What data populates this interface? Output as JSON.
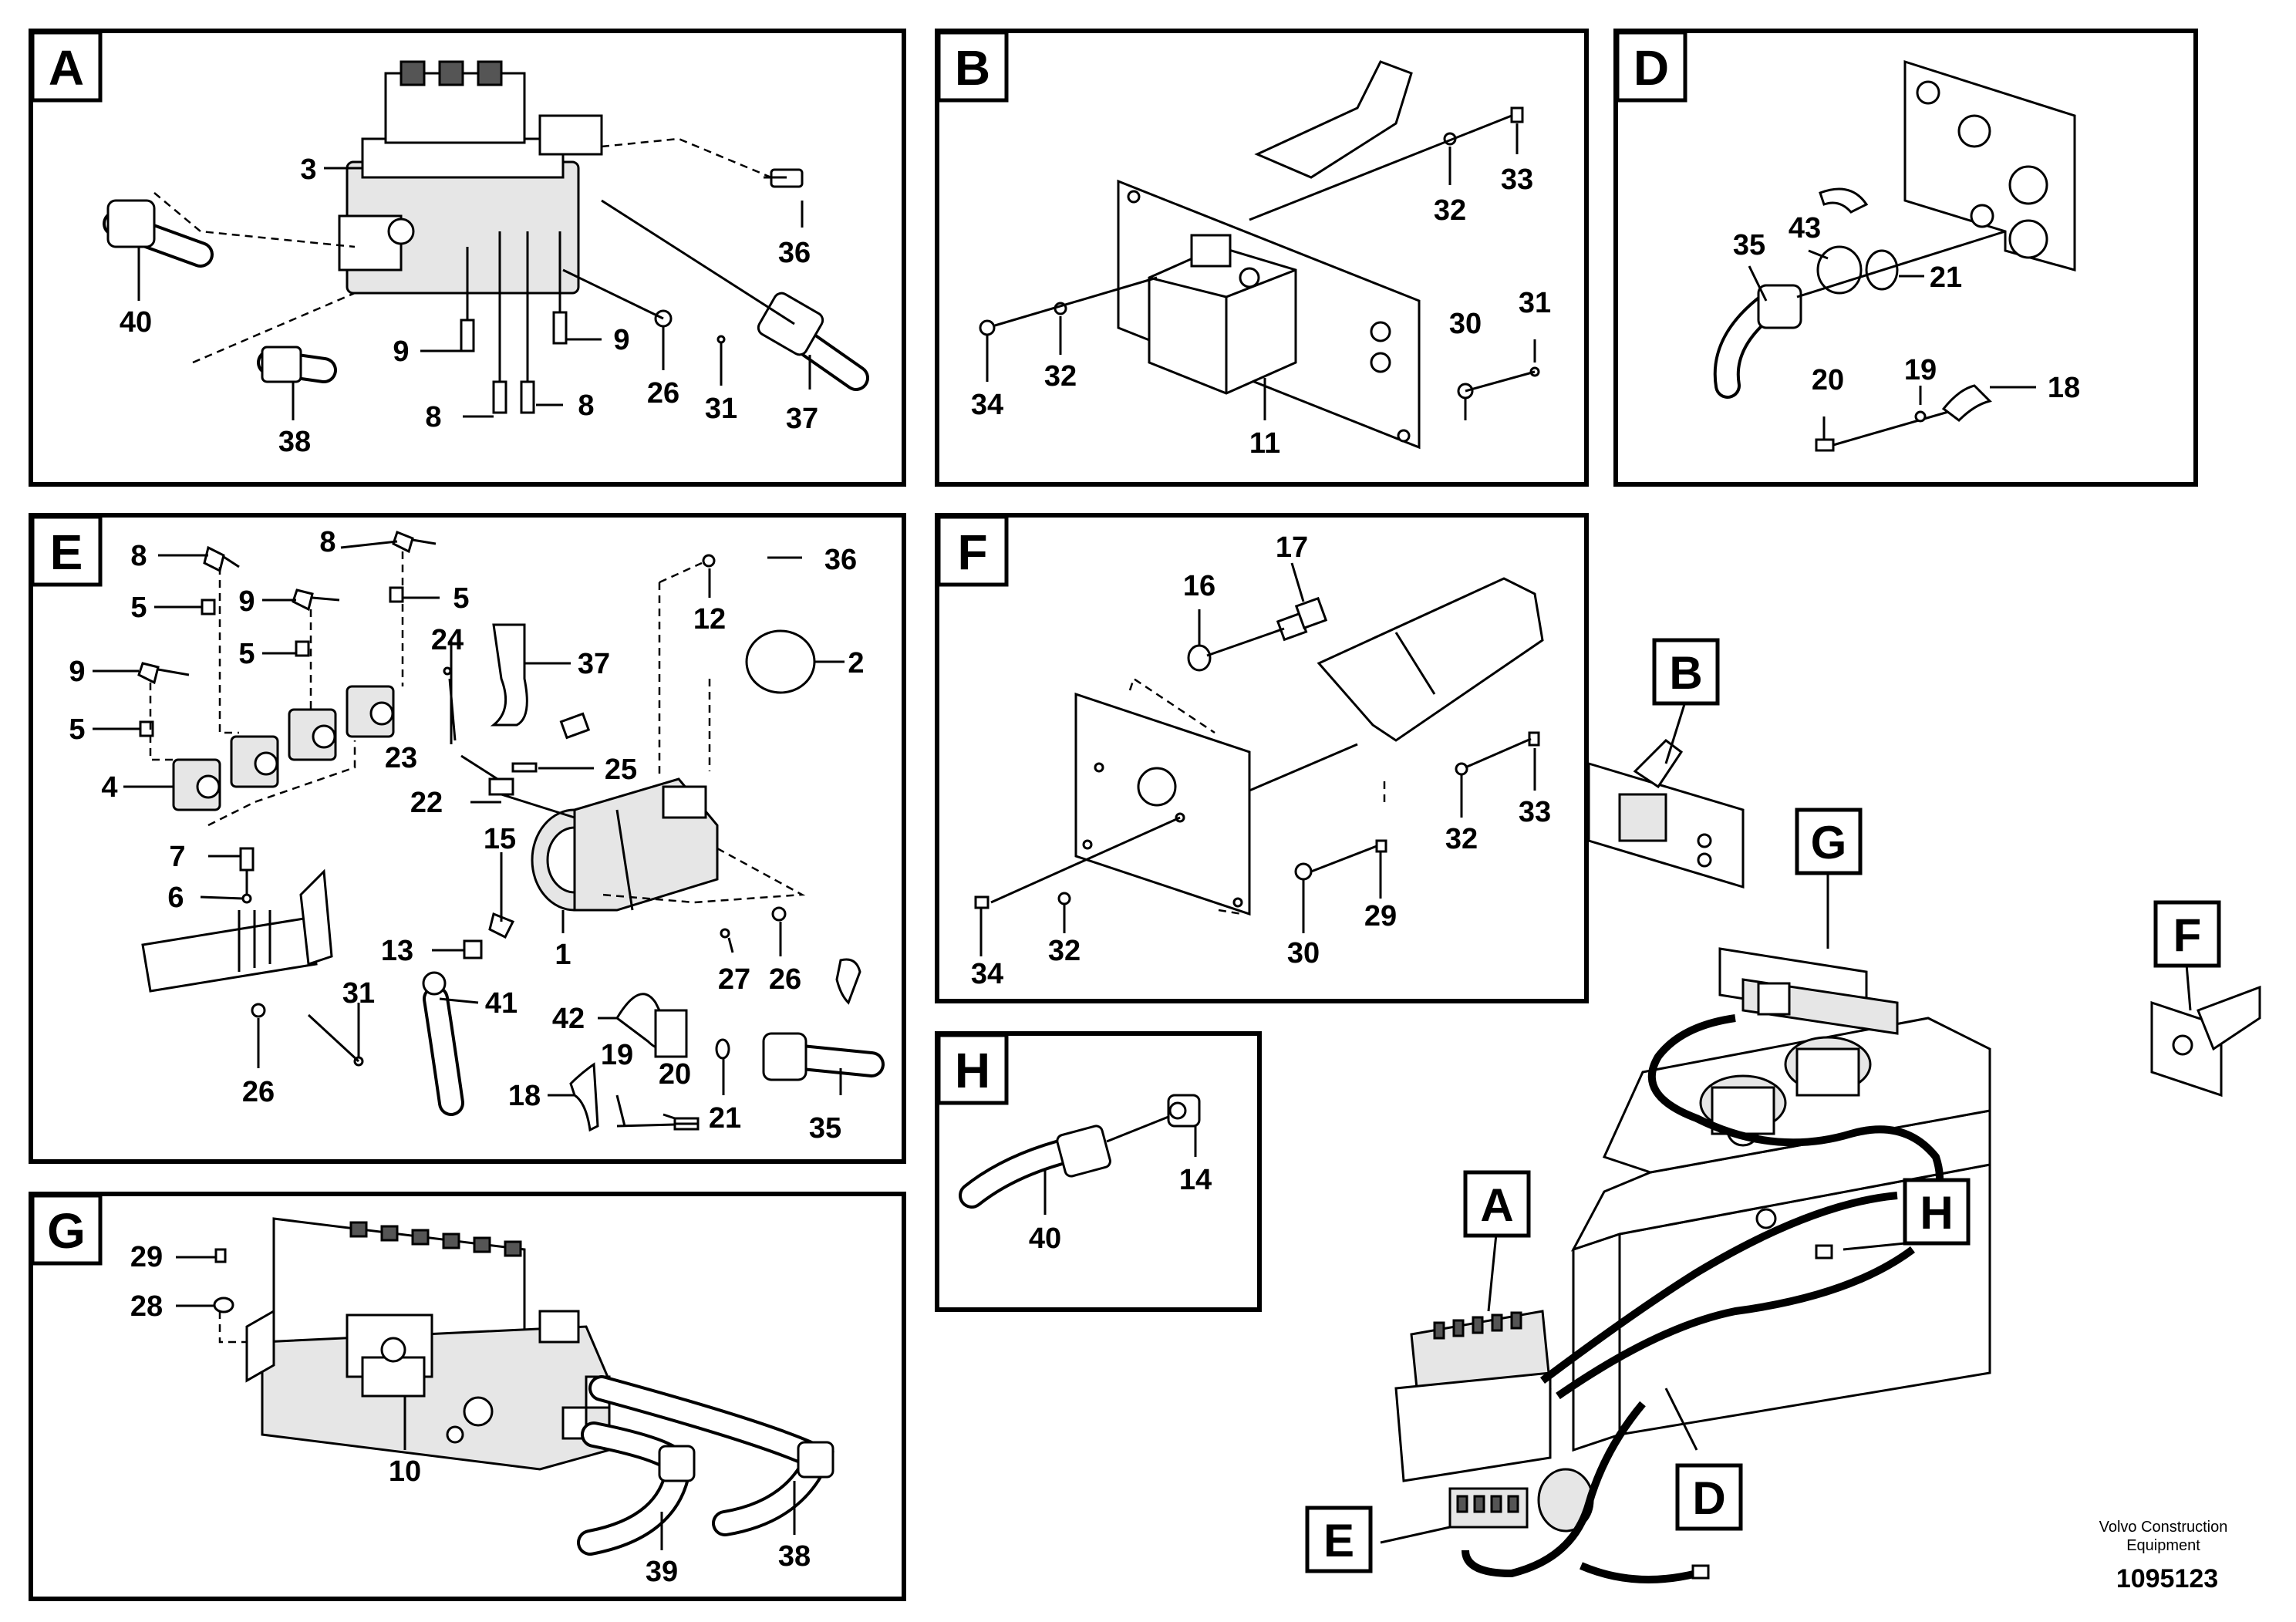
{
  "panels": {
    "A": {
      "tag": "A",
      "labels": [
        "3",
        "40",
        "36",
        "9",
        "9",
        "26",
        "31",
        "37",
        "8",
        "8",
        "38"
      ]
    },
    "B": {
      "tag": "B",
      "labels": [
        "33",
        "32",
        "30",
        "31",
        "34",
        "32",
        "11"
      ]
    },
    "D": {
      "tag": "D",
      "labels": [
        "35",
        "43",
        "21",
        "19",
        "20",
        "18"
      ]
    },
    "E": {
      "tag": "E",
      "labels": [
        "8",
        "8",
        "5",
        "9",
        "5",
        "5",
        "9",
        "5",
        "36",
        "12",
        "24",
        "37",
        "2",
        "4",
        "23",
        "25",
        "22",
        "7",
        "15",
        "6",
        "1",
        "13",
        "27",
        "26",
        "31",
        "41",
        "42",
        "19",
        "20",
        "18",
        "26",
        "21",
        "35"
      ]
    },
    "F": {
      "tag": "F",
      "labels": [
        "17",
        "16",
        "33",
        "32",
        "34",
        "32",
        "30",
        "29"
      ]
    },
    "G": {
      "tag": "G",
      "labels": [
        "29",
        "28",
        "10",
        "39",
        "38"
      ]
    },
    "H": {
      "tag": "H",
      "labels": [
        "40",
        "14"
      ]
    }
  },
  "overview": {
    "callouts": [
      "B",
      "G",
      "F",
      "A",
      "H",
      "D",
      "E"
    ]
  },
  "footer": {
    "company_line1": "Volvo Construction",
    "company_line2": "Equipment",
    "document_number": "1095123"
  }
}
